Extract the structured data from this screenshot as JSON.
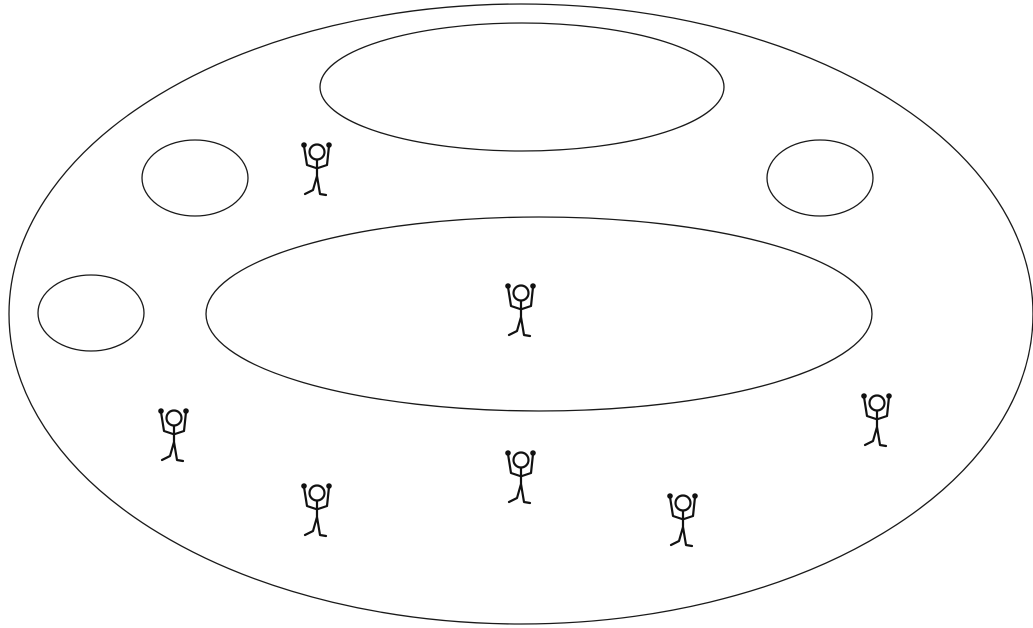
{
  "diagram": {
    "regions": [
      {
        "name": "outer-ellipse-region"
      },
      {
        "name": "top-large-ellipse"
      },
      {
        "name": "central-large-ellipse"
      },
      {
        "name": "upper-left-small-ellipse"
      },
      {
        "name": "upper-right-small-ellipse"
      },
      {
        "name": "left-small-ellipse"
      }
    ],
    "figures": [
      {
        "name": "stick-figure-upper-left",
        "pose": "arms-raised"
      },
      {
        "name": "stick-figure-center",
        "pose": "arms-raised"
      },
      {
        "name": "stick-figure-lower-left",
        "pose": "arms-raised"
      },
      {
        "name": "stick-figure-bottom-left",
        "pose": "arms-raised"
      },
      {
        "name": "stick-figure-bottom-center",
        "pose": "arms-raised"
      },
      {
        "name": "stick-figure-bottom-right",
        "pose": "arms-raised"
      },
      {
        "name": "stick-figure-lower-right",
        "pose": "arms-raised"
      }
    ],
    "colors": {
      "stroke": "#111111",
      "background": "#ffffff"
    }
  }
}
